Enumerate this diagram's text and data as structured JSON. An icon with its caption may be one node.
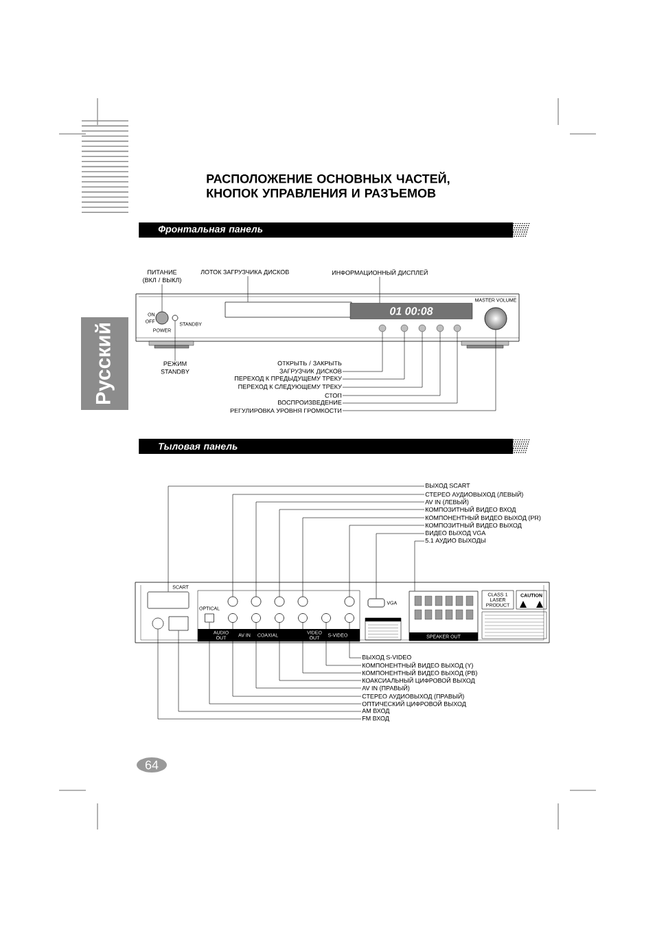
{
  "diagram": {
    "title": "РАСПОЛОЖЕНИЕ ОСНОВНЫХ ЧАСТЕЙ, КНОПОК УПРАВЛЕНИЯ И РАЗЪЕМОВ",
    "nodes": [
      {
        "text": [
          "Русский"
        ]
      },
      {
        "text": [
          "Фронтальная панель"
        ]
      },
      {
        "text": [
          "ПИТАНИЕ (ВКЛ / ВЫКЛ)"
        ]
      },
      {
        "text": [
          "ЛОТОК ЗАГРУЗЧИКА ДИСКОВ"
        ]
      },
      {
        "text": [
          "ИНФОРМАЦИОННЫЙ ДИСПЛЕЙ"
        ]
      },
      {
        "text": [
          "РЕЖИМ STANDBY"
        ]
      },
      {
        "text": [
          "ОТКРЫТЬ / ЗАКРЫТЬ ЗАГРУЗЧИК ДИСКОВ"
        ]
      },
      {
        "text": [
          "ПЕРЕХОД К ПРЕДЫДУЩЕМУ ТРЕКУ"
        ]
      },
      {
        "text": [
          "ПЕРЕХОД К СЛЕДУЮЩЕМУ ТРЕКУ"
        ]
      },
      {
        "text": [
          "СТОП"
        ]
      },
      {
        "text": [
          "ВОСПРОИЗВЕДЕНИЕ"
        ]
      },
      {
        "text": [
          "РЕГУЛИРОВКА УРОВНЯ ГРОМКОСТИ"
        ]
      },
      {
        "text": [
          "Тыловая панель"
        ]
      },
      {
        "text": [
          "ВЫХОД SCART"
        ]
      },
      {
        "text": [
          "СТЕРЕО АУДИОВЫХОД (ЛЕВЫЙ)"
        ]
      },
      {
        "text": [
          "AV IN (ЛЕВЫЙ)"
        ]
      },
      {
        "text": [
          "КОМПОЗИТНЫЙ ВИДЕО ВХОД"
        ]
      },
      {
        "text": [
          "КОМПОНЕНТНЫЙ ВИДЕО ВЫХОД (PR)"
        ]
      },
      {
        "text": [
          "КОМПОЗИТНЫЙ ВИДЕО ВЫХОД"
        ]
      },
      {
        "text": [
          "ВИДЕО ВЫХОД VGA"
        ]
      },
      {
        "text": [
          "5.1 АУДИО ВЫХОДЫ"
        ]
      },
      {
        "text": [
          "ВЫХОД S-VIDEO"
        ]
      },
      {
        "text": [
          "КОМПОНЕНТНЫЙ ВИДЕО ВЫХОД (Y)"
        ]
      },
      {
        "text": [
          "КОМПОНЕНТНЫЙ ВИДЕО ВЫХОД (PB)"
        ]
      },
      {
        "text": [
          "КОАКСИАЛЬНЫЙ ЦИФРОВОЙ ВЫХОД"
        ]
      },
      {
        "text": [
          "AV IN (ПРАВЫЙ)"
        ]
      },
      {
        "text": [
          "СТЕРЕО АУДИОВЫХОД (ПРАВЫЙ)"
        ]
      },
      {
        "text": [
          "ОПТИЧЕСКИЙ ЦИФРОВОЙ ВЫХОД"
        ]
      },
      {
        "text": [
          "AM ВХОД"
        ]
      },
      {
        "text": [
          "FM ВХОД"
        ]
      },
      {
        "text": [
          "64"
        ]
      },
      {
        "text": [],
        "shape": "circle"
      },
      {
        "text": [],
        "shape": "box"
      },
      {
        "text": [
          "01 00:08"
        ]
      },
      {
        "text": [],
        "shape": "circle"
      },
      {
        "text": [],
        "shape": "circle"
      },
      {
        "text": [],
        "shape": "circle"
      },
      {
        "text": [],
        "shape": "circle"
      },
      {
        "text": [],
        "shape": "circle"
      },
      {
        "text": [],
        "shape": "circle"
      },
      {
        "text": [],
        "shape": "circle"
      },
      {
        "text": [],
        "shape": "box"
      },
      {
        "text": [],
        "shape": "circle"
      },
      {
        "text": [],
        "shape": "circle"
      },
      {
        "text": [],
        "shape": "circle"
      },
      {
        "text": [],
        "shape": "circle"
      },
      {
        "text": [],
        "shape": "circle"
      },
      {
        "text": [],
        "shape": "box"
      },
      {
        "text": [],
        "shape": "box"
      },
      {
        "text": [],
        "shape": "circle"
      },
      {
        "text": [],
        "shape": "circle"
      },
      {
        "text": [],
        "shape": "circle"
      },
      {
        "text": [],
        "shape": "circle"
      },
      {
        "text": [],
        "shape": "circle"
      },
      {
        "text": [],
        "shape": "circle"
      },
      {
        "text": [],
        "shape": "box"
      },
      {
        "text": [],
        "shape": "box"
      },
      {
        "text": [],
        "shape": "circle"
      }
    ],
    "edges": [
      {
        "from": 2,
        "to": 31,
        "arrow": "none"
      },
      {
        "from": 3,
        "to": 32,
        "arrow": "none"
      },
      {
        "from": 4,
        "to": 33,
        "arrow": "none"
      },
      {
        "from": 5,
        "to": 34,
        "arrow": "none"
      },
      {
        "from": 6,
        "to": 35,
        "arrow": "none"
      },
      {
        "from": 7,
        "to": 36,
        "arrow": "none"
      },
      {
        "from": 8,
        "to": 37,
        "arrow": "none"
      },
      {
        "from": 9,
        "to": 38,
        "arrow": "none"
      },
      {
        "from": 10,
        "to": 39,
        "arrow": "none"
      },
      {
        "from": 11,
        "to": 40,
        "arrow": "none"
      },
      {
        "from": 13,
        "to": 41,
        "arrow": "none"
      },
      {
        "from": 14,
        "to": 42,
        "arrow": "none"
      },
      {
        "from": 15,
        "to": 43,
        "arrow": "none"
      },
      {
        "from": 16,
        "to": 44,
        "arrow": "none"
      },
      {
        "from": 17,
        "to": 45,
        "arrow": "none"
      },
      {
        "from": 18,
        "to": 46,
        "arrow": "none"
      },
      {
        "from": 19,
        "to": 47,
        "arrow": "none"
      },
      {
        "from": 20,
        "to": 48,
        "arrow": "none"
      },
      {
        "from": 21,
        "to": 54,
        "arrow": "none"
      },
      {
        "from": 22,
        "to": 53,
        "arrow": "none"
      },
      {
        "from": 23,
        "to": 52,
        "arrow": "none"
      },
      {
        "from": 24,
        "to": 51,
        "arrow": "none"
      },
      {
        "from": 25,
        "to": 50,
        "arrow": "none"
      },
      {
        "from": 26,
        "to": 49,
        "arrow": "none"
      },
      {
        "from": 27,
        "to": 55,
        "arrow": "none"
      },
      {
        "from": 28,
        "to": 56,
        "arrow": "none"
      },
      {
        "from": 29,
        "to": 57,
        "arrow": "none"
      }
    ],
    "labels": [
      "ON",
      "OFF",
      "POWER",
      "STANDBY",
      "MASTER VOLUME",
      "SCART",
      "VGA",
      "OPTICAL",
      "AUDIO OUT",
      "AV IN",
      "COAXIAL",
      "VIDEO OUT",
      "S-VIDEO",
      "SPEAKER OUT",
      "CLASS 1 LASER PRODUCT",
      "CAUTION"
    ]
  }
}
